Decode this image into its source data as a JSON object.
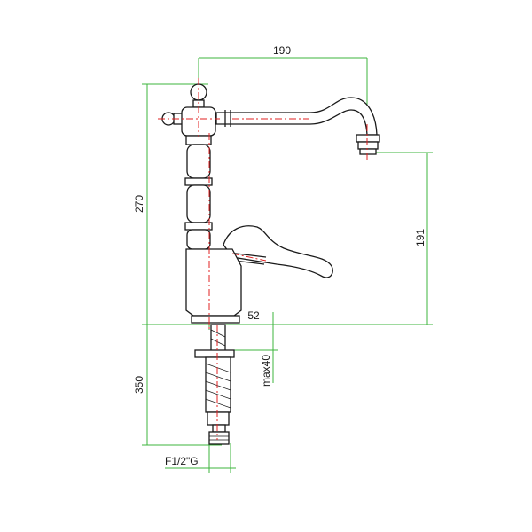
{
  "dimensions": {
    "spout_reach": "190",
    "total_height": "270",
    "spout_height": "191",
    "base_diameter": "52",
    "hose_length": "350",
    "max_thickness": "max40",
    "thread": "F1/2\"G"
  },
  "colors": {
    "dimension_lines": "#3cb43c",
    "center_lines": "#e02020",
    "outline": "#1a1a1a"
  }
}
